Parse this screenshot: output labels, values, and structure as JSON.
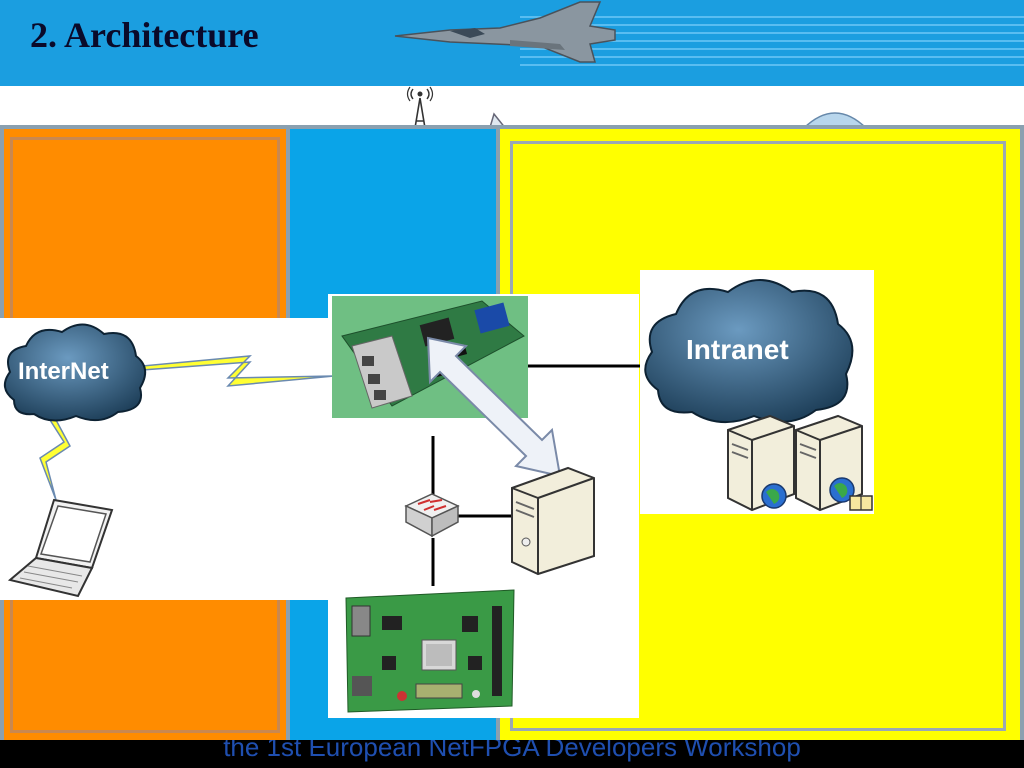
{
  "slide": {
    "title": "2. Architecture",
    "footer": "the 1st European NetFPGA Developers Workshop"
  },
  "diagram": {
    "nodes": {
      "internet": "InterNet",
      "intranet": "Intranet"
    }
  },
  "colors": {
    "header": "#1b9ee0",
    "orange_panel": "#ff8c00",
    "blue_panel": "#0aa4e8",
    "yellow_panel": "#ffff00",
    "cloud": "#2f5f80",
    "lightning": "#ffff33",
    "footer": "#000000"
  }
}
